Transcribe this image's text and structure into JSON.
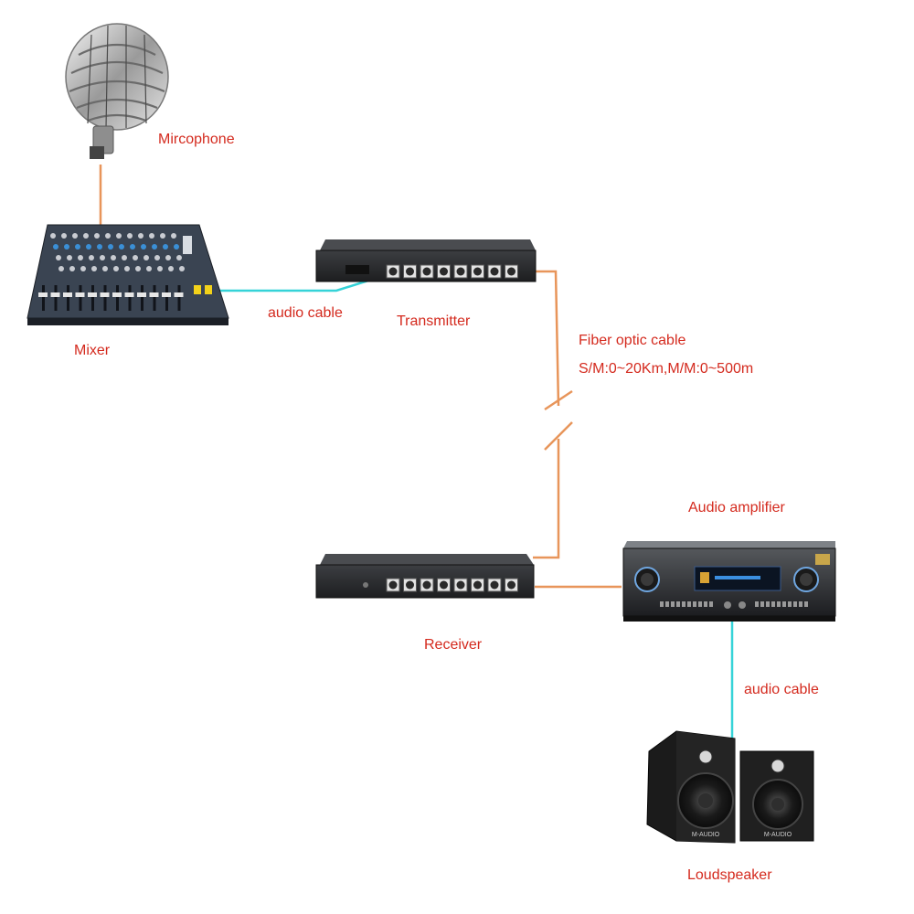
{
  "labels": {
    "microphone": "Mircophone",
    "mixer": "Mixer",
    "audio_cable_top": "audio cable",
    "transmitter": "Transmitter",
    "fiber_title": "Fiber optic cable",
    "fiber_spec": "S/M:0~20Km,M/M:0~500m",
    "audio_amplifier": "Audio amplifier",
    "receiver": "Receiver",
    "audio_cable_bottom": "audio cable",
    "loudspeaker": "Loudspeaker"
  },
  "speaker_brand": "M-AUDIO",
  "colors": {
    "label_text": "#d42a1e",
    "fiber_cable": "#e8955a",
    "audio_cable": "#35d3d8",
    "device_body": "#2b2d30"
  }
}
